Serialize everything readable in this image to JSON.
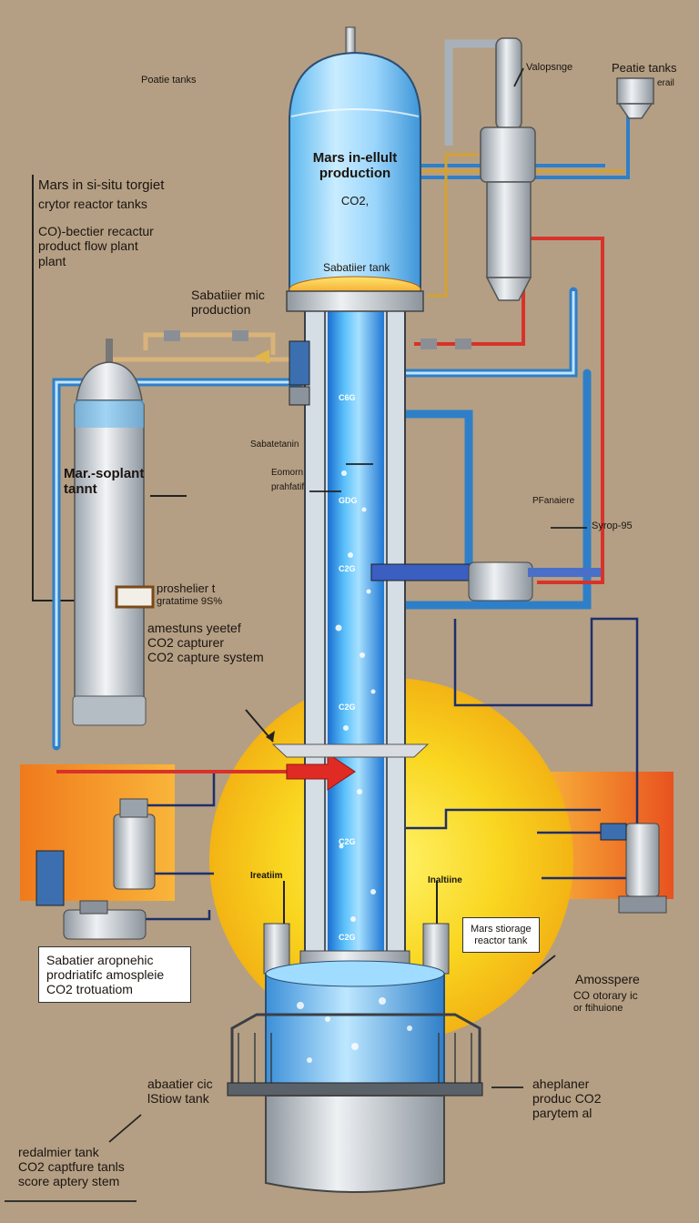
{
  "colors": {
    "background": "#b49f84",
    "water": "#3aa3ec",
    "pipe_blue": "#2f7fc8",
    "pipe_red": "#d8322a",
    "glow_yellow": "#f7d21c",
    "glow_orange": "#f08a1c",
    "steel": "#c9ced4"
  },
  "labels": {
    "top_small": "Poatie tanks",
    "top_right_title": "Peatie tanks",
    "top_right_sub": "erail",
    "valve_label": "Valopsnge",
    "left_title": "Mars in si-situ torgiet",
    "left_l1": "crytor reactor tanks",
    "left_l2": "CO)-bectier recactur",
    "left_l3": "product flow plant",
    "left_l4": "plant",
    "tank_l1": "Mars in-ellult",
    "tank_l2": "production",
    "tank_l3": "CO2,",
    "tank_l4": "Sabatiier tank",
    "sab_l1": "Sabatiier mic",
    "sab_l2": "production",
    "mid_sabatetan": "Sabatetanin",
    "mid_eomorn": "Eomorn",
    "mid_prahfatif": "prahfatif",
    "right_pfanaiere": "PFanaiere",
    "right_syrop": "Syrop-95",
    "cyl_l1": "Mar.-soplant",
    "cyl_l2": "tannt",
    "capture_l1": "proshelier t",
    "capture_l2": "gratatime 9S%",
    "capture_l3": "amestuns yeetef",
    "capture_l4": "CO2 capturer",
    "capture_l5": "CO2 capture system",
    "col_labels": [
      "C6G",
      "GDG",
      "C2G",
      "C2G",
      "C2G",
      "C2G"
    ],
    "heat_left": "Ireatiim",
    "heat_right": "Inaltiine",
    "storage_l1": "Mars stiorage",
    "storage_l2": "reactor tank",
    "box_l1": "Sabatier aropnehic",
    "box_l2": "prodriatifc amospleie",
    "box_l3": "CO2 trotuatiom",
    "atm_l1": "Amosspere",
    "atm_l2": "CO   otorary ic",
    "atm_l3": "or ftihuione",
    "bot_c_l1": "abaatier cic",
    "bot_c_l2": "lStiow tank",
    "bot_r_l1": "aheplaner",
    "bot_r_l2": "produc CO2",
    "bot_r_l3": "parytem al",
    "bot_l_l1": "redalmier tank",
    "bot_l_l2": "CO2 captfure tanls",
    "bot_l_l3": "score aptery stem"
  }
}
